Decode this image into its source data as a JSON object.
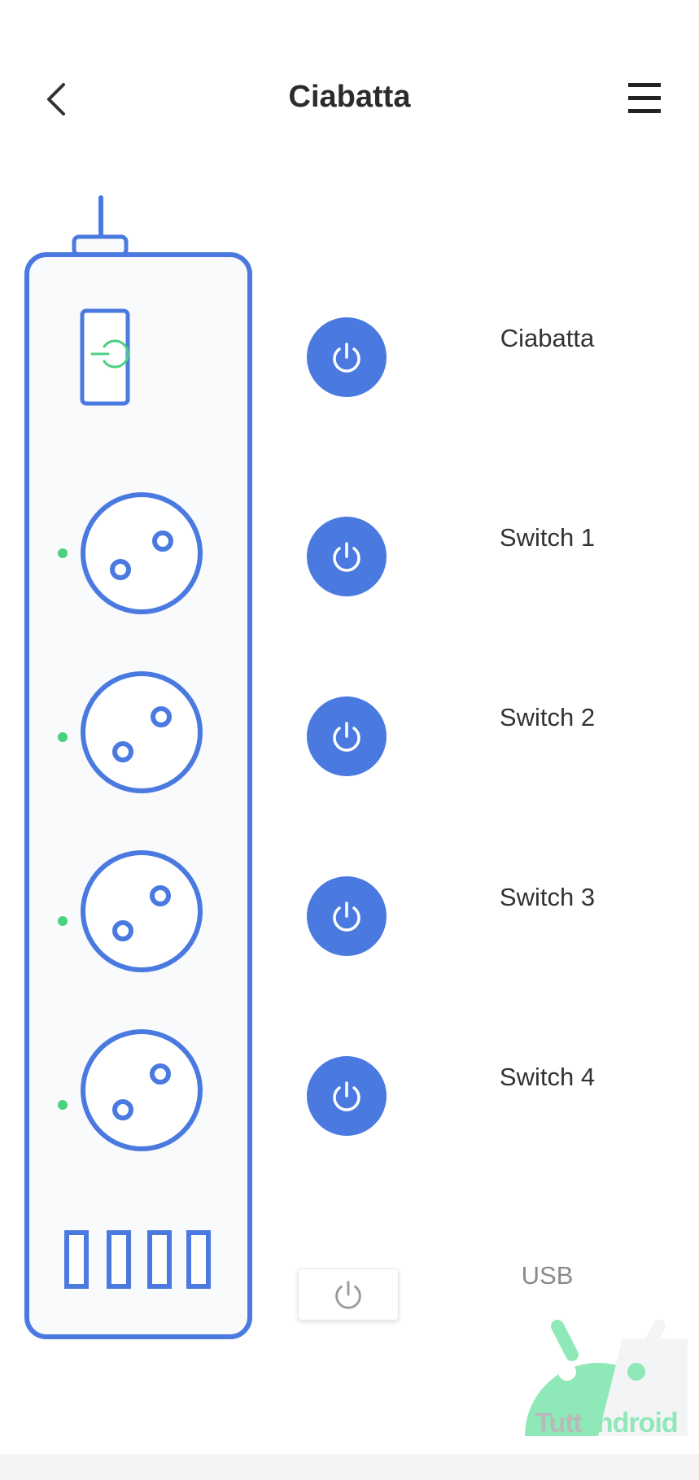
{
  "header": {
    "title": "Ciabatta",
    "back_icon": "chevron-left-icon",
    "menu_icon": "hamburger-menu-icon"
  },
  "colors": {
    "accent": "#4a7ae0",
    "strip_fill": "#f8fafc",
    "indicator_on": "#4cd080",
    "text": "#333333",
    "text_off": "#8a8a8a",
    "watermark_green": "#8fe8b8"
  },
  "rows": [
    {
      "label": "Ciabatta",
      "state": "on",
      "icon": "power-icon"
    },
    {
      "label": "Switch 1",
      "state": "on",
      "icon": "power-icon"
    },
    {
      "label": "Switch 2",
      "state": "on",
      "icon": "power-icon"
    },
    {
      "label": "Switch 3",
      "state": "on",
      "icon": "power-icon"
    },
    {
      "label": "Switch 4",
      "state": "on",
      "icon": "power-icon"
    },
    {
      "label": "USB",
      "state": "off",
      "icon": "power-icon"
    }
  ],
  "watermark": {
    "text_part1": "Tutt",
    "text_part2": "android"
  }
}
